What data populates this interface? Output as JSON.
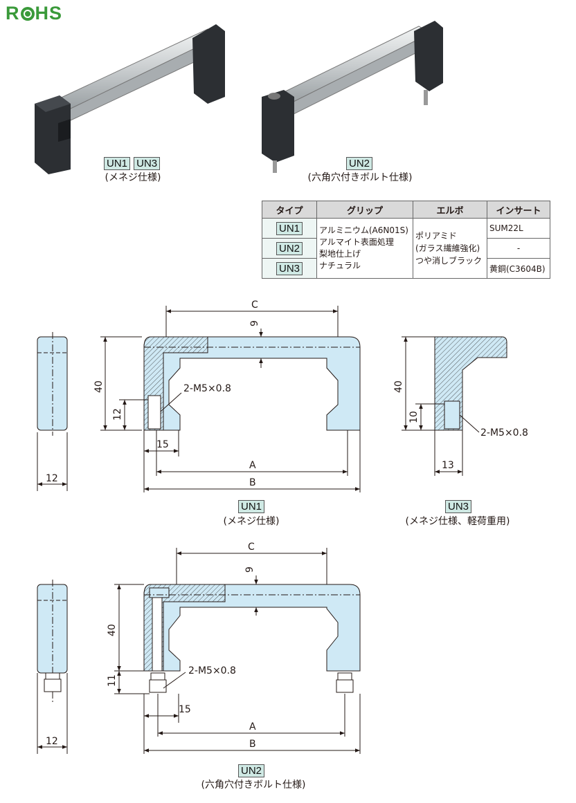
{
  "logo": {
    "text_r": "R",
    "text_hs": "HS"
  },
  "photos": {
    "left_tags": [
      "UN1",
      "UN3"
    ],
    "left_caption": "(メネジ仕様)",
    "right_tag": "UN2",
    "right_caption": "(六角穴付きボルト仕様)"
  },
  "table": {
    "headers": [
      "タイプ",
      "グリップ",
      "エルボ",
      "インサート"
    ],
    "types": [
      "UN1",
      "UN2",
      "UN3"
    ],
    "grip": [
      "アルミニウム(A6N01S)",
      "アルマイト表面処理",
      "梨地仕上げ",
      "ナチュラル"
    ],
    "elbow": [
      "ポリアミド",
      "(ガラス繊維強化)",
      "つや消しブラック"
    ],
    "insert": [
      "SUM22L",
      "-",
      "黄銅(C3604B)"
    ]
  },
  "drawing_un1": {
    "dims": {
      "C": "C",
      "nine": "9",
      "forty": "40",
      "twelve_h": "12",
      "thread": "2-M5×0.8",
      "fifteen": "15",
      "A": "A",
      "B": "B",
      "width": "12"
    },
    "tag": "UN1",
    "caption": "(メネジ仕様)"
  },
  "drawing_un3": {
    "dims": {
      "forty": "40",
      "ten": "10",
      "thread": "2-M5×0.8",
      "thirteen": "13"
    },
    "tag": "UN3",
    "caption": "(メネジ仕様、軽荷重用)"
  },
  "drawing_un2": {
    "dims": {
      "C": "C",
      "nine": "9",
      "forty": "40",
      "eleven": "11",
      "thread": "2-M5×0.8",
      "fifteen": "15",
      "A": "A",
      "B": "B",
      "width": "12"
    },
    "tag": "UN2",
    "caption": "(六角穴付きボルト仕様)"
  },
  "colors": {
    "part_fill": "#cfe9f5",
    "tag_fill": "#cfe9e4",
    "logo": "#3a9a3a"
  }
}
